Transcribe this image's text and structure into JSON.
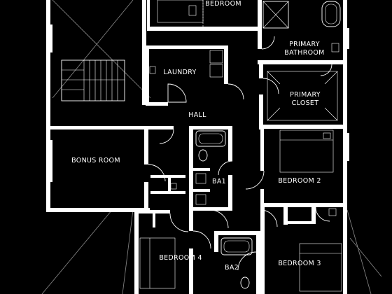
{
  "floorplan": {
    "background_color": "#000000",
    "line_color": "#ffffff",
    "rooms": {
      "bedroom_top": "BEDROOM",
      "primary_bathroom_line1": "PRIMARY",
      "primary_bathroom_line2": "BATHROOM",
      "laundry": "LAUNDRY",
      "primary_closet_line1": "PRIMARY",
      "primary_closet_line2": "CLOSET",
      "hall": "HALL",
      "bonus_room": "BONUS ROOM",
      "ba1": "BA1",
      "bedroom_2": "BEDROOM 2",
      "bedroom_4": "BEDROOM 4",
      "ba2": "BA2",
      "bedroom_3": "BEDROOM 3"
    }
  }
}
